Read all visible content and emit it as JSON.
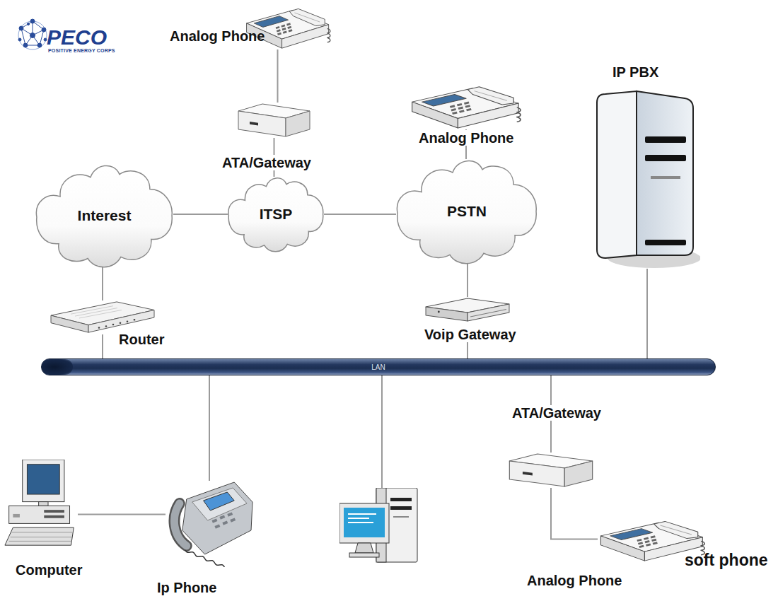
{
  "diagram": {
    "nodes": [
      {
        "text": [
          "Analog Phone"
        ]
      },
      {
        "text": [
          "ATA/Gateway"
        ]
      },
      {
        "text": [
          "IP PBX"
        ]
      },
      {
        "text": [
          "Analog Phone"
        ]
      },
      {
        "text": [
          "Interest"
        ]
      },
      {
        "text": [
          "ITSP"
        ]
      },
      {
        "text": [
          "PSTN"
        ]
      },
      {
        "text": [
          "Router"
        ]
      },
      {
        "text": [
          "Voip Gateway"
        ]
      },
      {
        "text": [
          "LAN"
        ]
      },
      {
        "text": [
          "Computer"
        ]
      },
      {
        "text": [
          "Ip Phone"
        ]
      },
      {
        "text": [
          "ATA/Gateway"
        ]
      },
      {
        "text": [
          "Analog Phone"
        ]
      }
    ],
    "edges": [
      {
        "from": 0,
        "to": 1,
        "arrow": "none"
      },
      {
        "from": 1,
        "to": 5,
        "arrow": "none"
      },
      {
        "from": 4,
        "to": 5,
        "arrow": "none"
      },
      {
        "from": 5,
        "to": 6,
        "arrow": "none"
      },
      {
        "from": 6,
        "to": 3,
        "arrow": "none"
      },
      {
        "from": 4,
        "to": 7,
        "arrow": "none"
      },
      {
        "from": 7,
        "to": 9,
        "arrow": "none"
      },
      {
        "from": 6,
        "to": 8,
        "arrow": "none"
      },
      {
        "from": 8,
        "to": 9,
        "arrow": "none"
      },
      {
        "from": 2,
        "to": 9,
        "arrow": "none"
      },
      {
        "from": 9,
        "to": 11,
        "arrow": "none"
      },
      {
        "from": 10,
        "to": 11,
        "arrow": "none"
      },
      {
        "from": 9,
        "to": 12,
        "arrow": "none"
      },
      {
        "from": 12,
        "to": 13,
        "arrow": "none"
      }
    ],
    "labels": [
      "PECO",
      "POSITIVE ENERGY CORPS",
      "soft phone"
    ]
  }
}
